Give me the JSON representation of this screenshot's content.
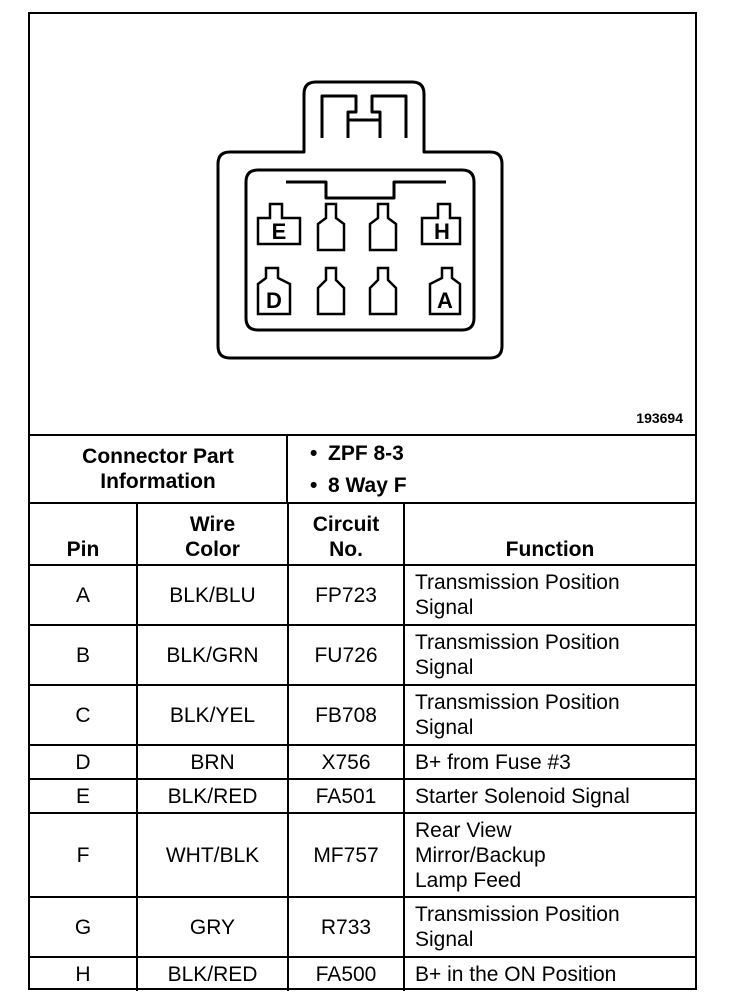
{
  "figure": {
    "number": "193694",
    "pin_labels": [
      "E",
      "H",
      "D",
      "A"
    ]
  },
  "connector_info": {
    "label": "Connector Part\nInformation",
    "items": [
      "ZPF 8-3",
      "8 Way F"
    ]
  },
  "table": {
    "headers": {
      "pin": "Pin",
      "wire_color": "Wire\nColor",
      "circuit_no": "Circuit\nNo.",
      "function": "Function"
    },
    "rows": [
      {
        "pin": "A",
        "wire_color": "BLK/BLU",
        "circuit": "FP723",
        "function": "Transmission Position\nSignal"
      },
      {
        "pin": "B",
        "wire_color": "BLK/GRN",
        "circuit": "FU726",
        "function": "Transmission Position\nSignal"
      },
      {
        "pin": "C",
        "wire_color": "BLK/YEL",
        "circuit": "FB708",
        "function": "Transmission Position\nSignal"
      },
      {
        "pin": "D",
        "wire_color": "BRN",
        "circuit": "X756",
        "function": "B+ from Fuse #3"
      },
      {
        "pin": "E",
        "wire_color": "BLK/RED",
        "circuit": "FA501",
        "function": "Starter Solenoid Signal"
      },
      {
        "pin": "F",
        "wire_color": "WHT/BLK",
        "circuit": "MF757",
        "function": "Rear View\nMirror/Backup\nLamp Feed"
      },
      {
        "pin": "G",
        "wire_color": "GRY",
        "circuit": "R733",
        "function": "Transmission Position\nSignal"
      },
      {
        "pin": "H",
        "wire_color": "BLK/RED",
        "circuit": "FA500",
        "function": "B+ in the ON Position"
      }
    ]
  }
}
